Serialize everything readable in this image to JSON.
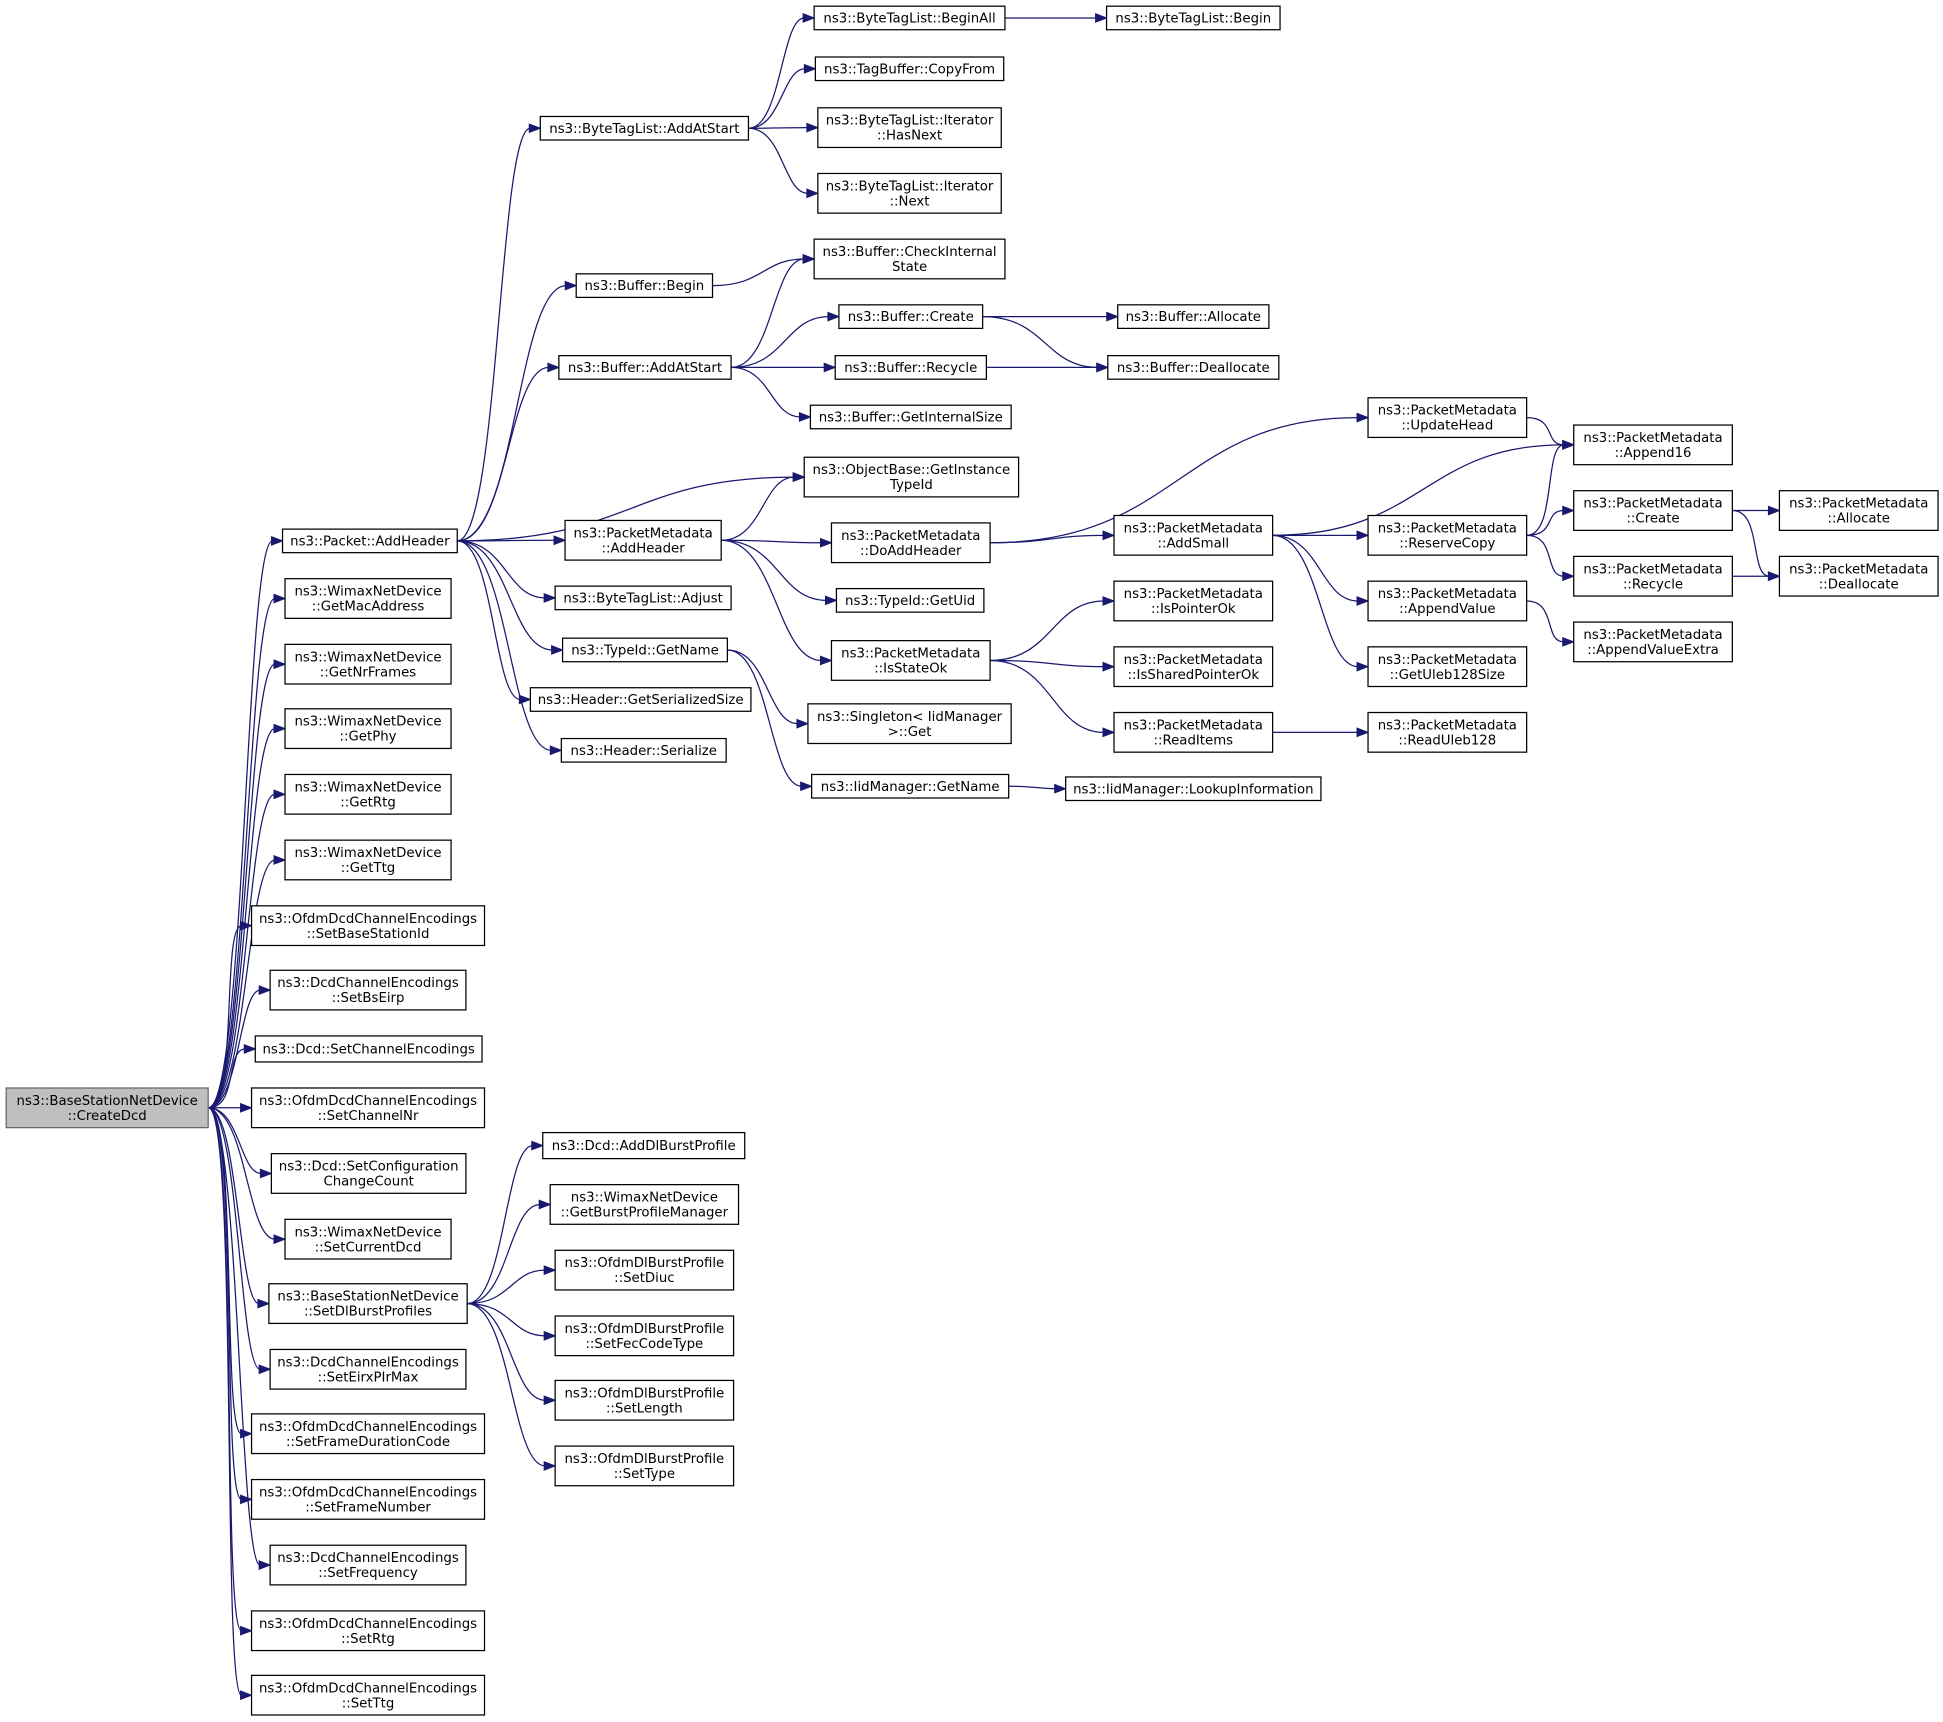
{
  "colors": {
    "edge": "#191970",
    "root_fill": "#bfbfbf",
    "node_fill": "#ffffff",
    "border": "#000000"
  },
  "nodes": {
    "root": [
      "ns3::BaseStationNetDevice",
      "::CreateDcd"
    ],
    "pkt_addheader": [
      "ns3::Packet::AddHeader"
    ],
    "wnd_getmac": [
      "ns3::WimaxNetDevice",
      "::GetMacAddress"
    ],
    "wnd_getnrframes": [
      "ns3::WimaxNetDevice",
      "::GetNrFrames"
    ],
    "wnd_getphy": [
      "ns3::WimaxNetDevice",
      "::GetPhy"
    ],
    "wnd_getrtg": [
      "ns3::WimaxNetDevice",
      "::GetRtg"
    ],
    "wnd_getttg": [
      "ns3::WimaxNetDevice",
      "::GetTtg"
    ],
    "odce_setbsid": [
      "ns3::OfdmDcdChannelEncodings",
      "::SetBaseStationId"
    ],
    "dce_setbseirp": [
      "ns3::DcdChannelEncodings",
      "::SetBsEirp"
    ],
    "dcd_setchenc": [
      "ns3::Dcd::SetChannelEncodings"
    ],
    "odce_setchnr": [
      "ns3::OfdmDcdChannelEncodings",
      "::SetChannelNr"
    ],
    "dcd_setconfcc": [
      "ns3::Dcd::SetConfiguration",
      "ChangeCount"
    ],
    "wnd_setcurdcd": [
      "ns3::WimaxNetDevice",
      "::SetCurrentDcd"
    ],
    "bsnd_setdlbp": [
      "ns3::BaseStationNetDevice",
      "::SetDlBurstProfiles"
    ],
    "dce_seteirx": [
      "ns3::DcdChannelEncodings",
      "::SetEirxPIrMax"
    ],
    "odce_setfdc": [
      "ns3::OfdmDcdChannelEncodings",
      "::SetFrameDurationCode"
    ],
    "odce_setfn": [
      "ns3::OfdmDcdChannelEncodings",
      "::SetFrameNumber"
    ],
    "dce_setfreq": [
      "ns3::DcdChannelEncodings",
      "::SetFrequency"
    ],
    "odce_setrtg": [
      "ns3::OfdmDcdChannelEncodings",
      "::SetRtg"
    ],
    "odce_setttg": [
      "ns3::OfdmDcdChannelEncodings",
      "::SetTtg"
    ],
    "btl_addatstart": [
      "ns3::ByteTagList::AddAtStart"
    ],
    "buf_begin": [
      "ns3::Buffer::Begin"
    ],
    "buf_addatstart": [
      "ns3::Buffer::AddAtStart"
    ],
    "pm_addheader": [
      "ns3::PacketMetadata",
      "::AddHeader"
    ],
    "btl_adjust": [
      "ns3::ByteTagList::Adjust"
    ],
    "typeid_getname": [
      "ns3::TypeId::GetName"
    ],
    "hdr_getsersize": [
      "ns3::Header::GetSerializedSize"
    ],
    "hdr_serialize": [
      "ns3::Header::Serialize"
    ],
    "btl_beginall": [
      "ns3::ByteTagList::BeginAll"
    ],
    "tagbuf_copyfrom": [
      "ns3::TagBuffer::CopyFrom"
    ],
    "btl_it_hasnext": [
      "ns3::ByteTagList::Iterator",
      "::HasNext"
    ],
    "btl_it_next": [
      "ns3::ByteTagList::Iterator",
      "::Next"
    ],
    "buf_checkinternal": [
      "ns3::Buffer::CheckInternal",
      "State"
    ],
    "buf_create": [
      "ns3::Buffer::Create"
    ],
    "buf_recycle": [
      "ns3::Buffer::Recycle"
    ],
    "buf_getinternalsize": [
      "ns3::Buffer::GetInternalSize"
    ],
    "objbase_getinst": [
      "ns3::ObjectBase::GetInstance",
      "TypeId"
    ],
    "pm_doaddheader": [
      "ns3::PacketMetadata",
      "::DoAddHeader"
    ],
    "typeid_getuid": [
      "ns3::TypeId::GetUid"
    ],
    "pm_isstateok": [
      "ns3::PacketMetadata",
      "::IsStateOk"
    ],
    "singleton_get": [
      "ns3::Singleton< IidManager",
      ">::Get"
    ],
    "iid_getname": [
      "ns3::IidManager::GetName"
    ],
    "btl_begin": [
      "ns3::ByteTagList::Begin"
    ],
    "buf_allocate": [
      "ns3::Buffer::Allocate"
    ],
    "buf_deallocate": [
      "ns3::Buffer::Deallocate"
    ],
    "pm_updatehead": [
      "ns3::PacketMetadata",
      "::UpdateHead"
    ],
    "pm_addsmall": [
      "ns3::PacketMetadata",
      "::AddSmall"
    ],
    "pm_ispointerok": [
      "ns3::PacketMetadata",
      "::IsPointerOk"
    ],
    "pm_issharedpointerok": [
      "ns3::PacketMetadata",
      "::IsSharedPointerOk"
    ],
    "pm_readitems": [
      "ns3::PacketMetadata",
      "::ReadItems"
    ],
    "iid_lookupinfo": [
      "ns3::IidManager::LookupInformation"
    ],
    "pm_append16": [
      "ns3::PacketMetadata",
      "::Append16"
    ],
    "pm_reservecopy": [
      "ns3::PacketMetadata",
      "::ReserveCopy"
    ],
    "pm_appendvalue": [
      "ns3::PacketMetadata",
      "::AppendValue"
    ],
    "pm_getuleb128size": [
      "ns3::PacketMetadata",
      "::GetUleb128Size"
    ],
    "pm_readuleb128": [
      "ns3::PacketMetadata",
      "::ReadUleb128"
    ],
    "pm_create": [
      "ns3::PacketMetadata",
      "::Create"
    ],
    "pm_recycle": [
      "ns3::PacketMetadata",
      "::Recycle"
    ],
    "pm_appendvalueextra": [
      "ns3::PacketMetadata",
      "::AppendValueExtra"
    ],
    "pm_allocate": [
      "ns3::PacketMetadata",
      "::Allocate"
    ],
    "pm_deallocate": [
      "ns3::PacketMetadata",
      "::Deallocate"
    ],
    "dcd_adddlbp": [
      "ns3::Dcd::AddDlBurstProfile"
    ],
    "wnd_getbpm": [
      "ns3::WimaxNetDevice",
      "::GetBurstProfileManager"
    ],
    "odbp_setdiuc": [
      "ns3::OfdmDlBurstProfile",
      "::SetDiuc"
    ],
    "odbp_setfec": [
      "ns3::OfdmDlBurstProfile",
      "::SetFecCodeType"
    ],
    "odbp_setlength": [
      "ns3::OfdmDlBurstProfile",
      "::SetLength"
    ],
    "odbp_settype": [
      "ns3::OfdmDlBurstProfile",
      "::SetType"
    ]
  },
  "edges": [
    [
      "root",
      "pkt_addheader"
    ],
    [
      "root",
      "wnd_getmac"
    ],
    [
      "root",
      "wnd_getnrframes"
    ],
    [
      "root",
      "wnd_getphy"
    ],
    [
      "root",
      "wnd_getrtg"
    ],
    [
      "root",
      "wnd_getttg"
    ],
    [
      "root",
      "odce_setbsid"
    ],
    [
      "root",
      "dce_setbseirp"
    ],
    [
      "root",
      "dcd_setchenc"
    ],
    [
      "root",
      "odce_setchnr"
    ],
    [
      "root",
      "dcd_setconfcc"
    ],
    [
      "root",
      "wnd_setcurdcd"
    ],
    [
      "root",
      "bsnd_setdlbp"
    ],
    [
      "root",
      "dce_seteirx"
    ],
    [
      "root",
      "odce_setfdc"
    ],
    [
      "root",
      "odce_setfn"
    ],
    [
      "root",
      "dce_setfreq"
    ],
    [
      "root",
      "odce_setrtg"
    ],
    [
      "root",
      "odce_setttg"
    ],
    [
      "pkt_addheader",
      "btl_addatstart"
    ],
    [
      "pkt_addheader",
      "buf_begin"
    ],
    [
      "pkt_addheader",
      "buf_addatstart"
    ],
    [
      "pkt_addheader",
      "objbase_getinst"
    ],
    [
      "pkt_addheader",
      "pm_addheader"
    ],
    [
      "pkt_addheader",
      "btl_adjust"
    ],
    [
      "pkt_addheader",
      "typeid_getname"
    ],
    [
      "pkt_addheader",
      "hdr_getsersize"
    ],
    [
      "pkt_addheader",
      "hdr_serialize"
    ],
    [
      "btl_addatstart",
      "btl_beginall"
    ],
    [
      "btl_addatstart",
      "tagbuf_copyfrom"
    ],
    [
      "btl_addatstart",
      "btl_it_hasnext"
    ],
    [
      "btl_addatstart",
      "btl_it_next"
    ],
    [
      "btl_beginall",
      "btl_begin"
    ],
    [
      "buf_begin",
      "buf_checkinternal"
    ],
    [
      "buf_addatstart",
      "buf_checkinternal"
    ],
    [
      "buf_addatstart",
      "buf_create"
    ],
    [
      "buf_addatstart",
      "buf_recycle"
    ],
    [
      "buf_addatstart",
      "buf_getinternalsize"
    ],
    [
      "buf_create",
      "buf_allocate"
    ],
    [
      "buf_create",
      "buf_deallocate"
    ],
    [
      "buf_recycle",
      "buf_deallocate"
    ],
    [
      "pm_addheader",
      "objbase_getinst"
    ],
    [
      "pm_addheader",
      "pm_doaddheader"
    ],
    [
      "pm_addheader",
      "typeid_getuid"
    ],
    [
      "pm_addheader",
      "pm_isstateok"
    ],
    [
      "typeid_getname",
      "singleton_get"
    ],
    [
      "typeid_getname",
      "iid_getname"
    ],
    [
      "iid_getname",
      "iid_lookupinfo"
    ],
    [
      "pm_doaddheader",
      "pm_updatehead"
    ],
    [
      "pm_doaddheader",
      "pm_addsmall"
    ],
    [
      "pm_isstateok",
      "pm_ispointerok"
    ],
    [
      "pm_isstateok",
      "pm_issharedpointerok"
    ],
    [
      "pm_isstateok",
      "pm_readitems"
    ],
    [
      "pm_updatehead",
      "pm_append16"
    ],
    [
      "pm_addsmall",
      "pm_append16"
    ],
    [
      "pm_addsmall",
      "pm_reservecopy"
    ],
    [
      "pm_addsmall",
      "pm_appendvalue"
    ],
    [
      "pm_addsmall",
      "pm_getuleb128size"
    ],
    [
      "pm_readitems",
      "pm_readuleb128"
    ],
    [
      "pm_reservecopy",
      "pm_append16"
    ],
    [
      "pm_reservecopy",
      "pm_create"
    ],
    [
      "pm_reservecopy",
      "pm_recycle"
    ],
    [
      "pm_appendvalue",
      "pm_appendvalueextra"
    ],
    [
      "pm_create",
      "pm_allocate"
    ],
    [
      "pm_create",
      "pm_deallocate"
    ],
    [
      "pm_recycle",
      "pm_deallocate"
    ],
    [
      "bsnd_setdlbp",
      "dcd_adddlbp"
    ],
    [
      "bsnd_setdlbp",
      "wnd_getbpm"
    ],
    [
      "bsnd_setdlbp",
      "odbp_setdiuc"
    ],
    [
      "bsnd_setdlbp",
      "odbp_setfec"
    ],
    [
      "bsnd_setdlbp",
      "odbp_setlength"
    ],
    [
      "bsnd_setdlbp",
      "odbp_settype"
    ]
  ]
}
